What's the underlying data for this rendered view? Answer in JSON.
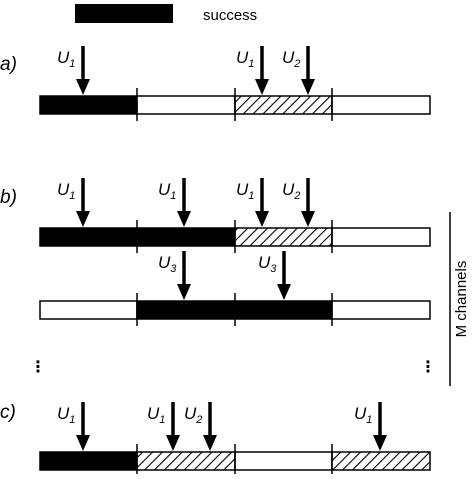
{
  "legend": {
    "label": "success"
  },
  "rows": [
    {
      "label": "a)",
      "slots": [
        "success",
        "empty",
        "collision",
        "empty"
      ],
      "arrows": [
        {
          "base": "U",
          "sub": "1"
        },
        {
          "base": "U",
          "sub": "1"
        },
        {
          "base": "U",
          "sub": "2"
        }
      ]
    },
    {
      "label": "b)",
      "slots": [
        "success",
        "success",
        "collision",
        "empty"
      ],
      "arrows": [
        {
          "base": "U",
          "sub": "1"
        },
        {
          "base": "U",
          "sub": "1"
        },
        {
          "base": "U",
          "sub": "1"
        },
        {
          "base": "U",
          "sub": "2"
        }
      ]
    },
    {
      "label": "",
      "slots": [
        "empty",
        "success",
        "success",
        "empty"
      ],
      "arrows": [
        {
          "base": "U",
          "sub": "3"
        },
        {
          "base": "U",
          "sub": "3"
        }
      ]
    },
    {
      "label": "c)",
      "slots": [
        "success",
        "collision",
        "empty",
        "collision"
      ],
      "arrows": [
        {
          "base": "U",
          "sub": "1"
        },
        {
          "base": "U",
          "sub": "1"
        },
        {
          "base": "U",
          "sub": "2"
        },
        {
          "base": "U",
          "sub": "1"
        }
      ]
    }
  ],
  "side_label": "M channels",
  "ellipsis": "⋮"
}
